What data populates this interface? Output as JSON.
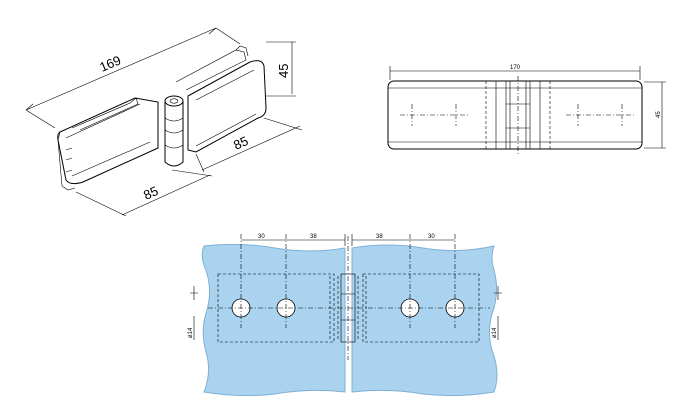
{
  "iso_view": {
    "dim_length": "169",
    "dim_height": "45",
    "dim_right_leaf": "85",
    "dim_left_leaf": "85"
  },
  "top_view": {
    "dim_length": "170",
    "dim_height": "45"
  },
  "glass_view": {
    "dim_left_outer": "30",
    "dim_left_inner": "38",
    "dim_right_inner": "38",
    "dim_right_outer": "30",
    "hole_dia_left": "ø14",
    "hole_dia_right": "ø14"
  },
  "colors": {
    "glass_fill": "#a9d3ef",
    "glass_stroke": "#7fb0d4",
    "line": "#000000"
  }
}
